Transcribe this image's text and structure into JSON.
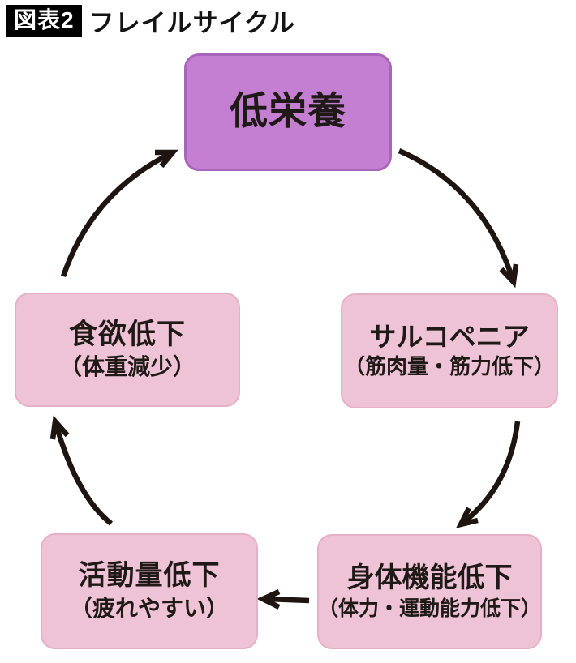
{
  "figure": {
    "badge": "図表2",
    "title": "フレイルサイクル"
  },
  "colors": {
    "node_primary": "#c57fd2",
    "node_primary_border": "#a965ba",
    "node_secondary": "#efc3d6",
    "node_secondary_border": "#e6b0c6",
    "arrow": "#1e1511",
    "badge_bg": "#000000",
    "badge_text": "#ffffff"
  },
  "cycle": {
    "nodes": [
      {
        "id": "malnutrition",
        "label": "低栄養",
        "sub": ""
      },
      {
        "id": "sarcopenia",
        "label": "サルコペニア",
        "sub": "（筋肉量・筋力低下）"
      },
      {
        "id": "physical-decline",
        "label": "身体機能低下",
        "sub": "（体力・運動能力低下）"
      },
      {
        "id": "activity-decline",
        "label": "活動量低下",
        "sub": "（疲れやすい）"
      },
      {
        "id": "appetite-decline",
        "label": "食欲低下",
        "sub": "（体重減少）"
      }
    ],
    "edges": [
      {
        "from": "低栄養",
        "to": "サルコペニア"
      },
      {
        "from": "サルコペニア",
        "to": "身体機能低下"
      },
      {
        "from": "身体機能低下",
        "to": "活動量低下"
      },
      {
        "from": "活動量低下",
        "to": "食欲低下"
      },
      {
        "from": "食欲低下",
        "to": "低栄養"
      }
    ]
  }
}
